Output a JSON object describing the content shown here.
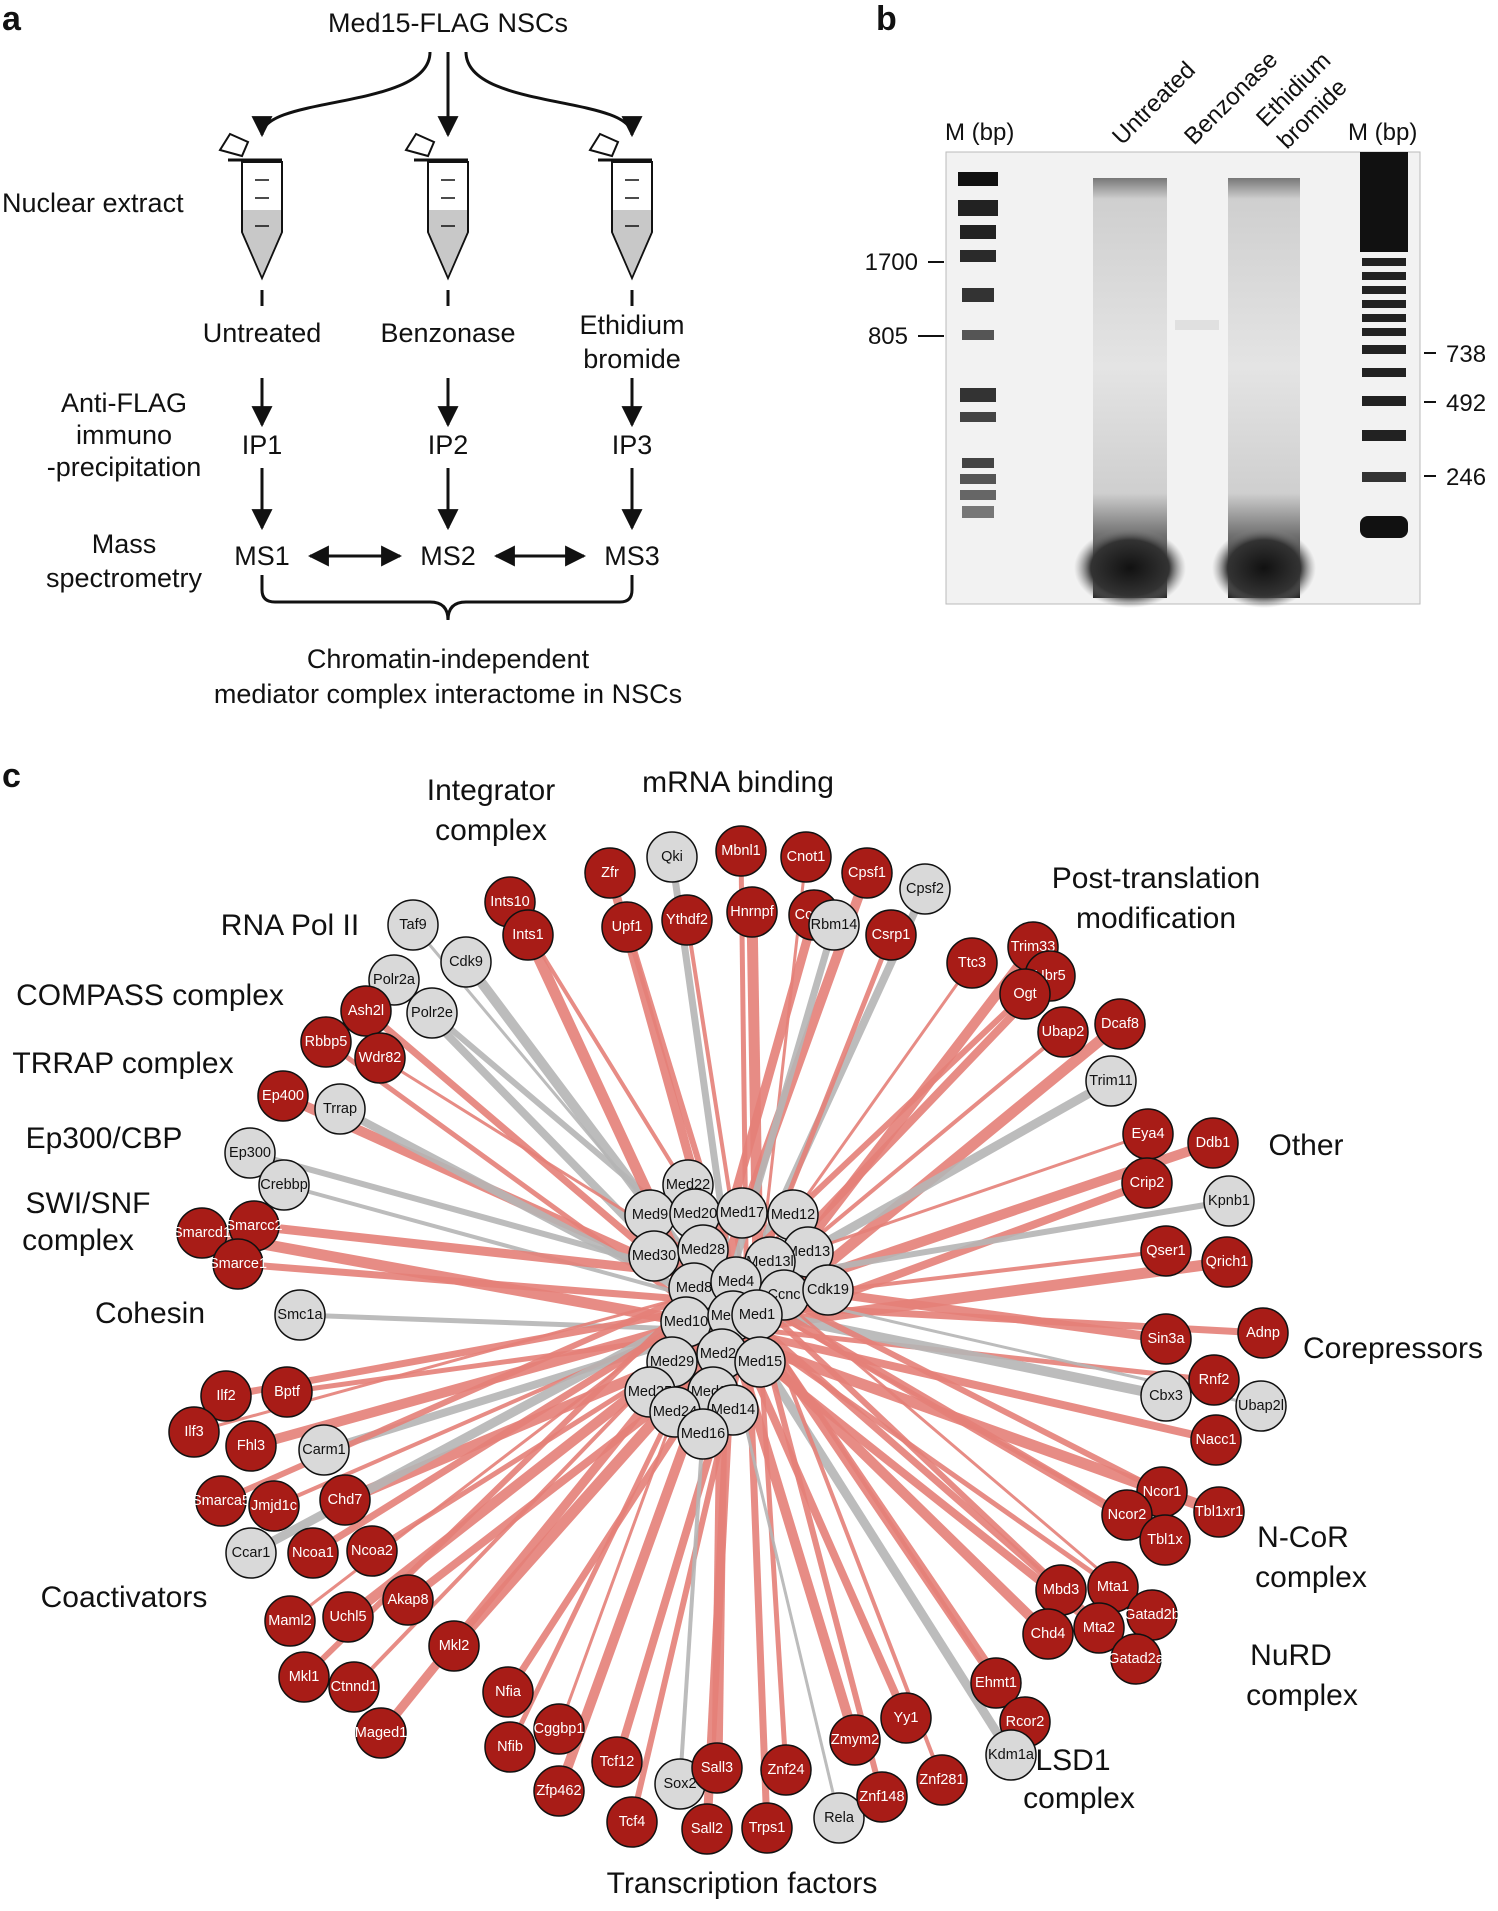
{
  "panels": [
    "a",
    "b",
    "c"
  ],
  "panel_a": {
    "top": "Med15-FLAG NSCs",
    "row_labels": {
      "nuclear_extract": "Nuclear extract",
      "anti_flag_1": "Anti-FLAG",
      "anti_flag_2": "immuno",
      "anti_flag_3": "-precipitation",
      "mass_1": "Mass",
      "mass_2": "spectrometry"
    },
    "conditions": [
      "Untreated",
      "Benzonase",
      "Ethidium",
      "bromide"
    ],
    "ips": [
      "IP1",
      "IP2",
      "IP3"
    ],
    "ms": [
      "MS1",
      "MS2",
      "MS3"
    ],
    "bottom_1": "Chromatin-independent",
    "bottom_2": "mediator complex interactome in NSCs"
  },
  "panel_b": {
    "lane_labels": [
      "M (bp)",
      "Untreated",
      "Benzonase",
      "Ethidium",
      "bromide",
      "M (bp)"
    ],
    "left_sizes": [
      "1700",
      "805"
    ],
    "right_sizes": [
      "738",
      "492",
      "246"
    ]
  },
  "panel_c": {
    "groups": [
      "Integrator",
      "complex",
      "mRNA binding",
      "Post-translation",
      "modification",
      "RNA Pol II",
      "COMPASS complex",
      "TRRAP complex",
      "Ep300/CBP",
      "SWI/SNF",
      "complex",
      "Cohesin",
      "Other",
      "Corepressors",
      "N-CoR",
      "complex",
      "NuRD",
      "complex",
      "LSD1",
      "complex",
      "Coactivators",
      "Transcription factors"
    ],
    "center_nodes": [
      "Med22",
      "Med9",
      "Med20",
      "Med17",
      "Med12",
      "Med30",
      "Med28",
      "Med13",
      "Med13l",
      "Med8",
      "Med4",
      "Ccnc",
      "Cdk19",
      "Med10",
      "Med26",
      "Med1",
      "Med29",
      "Med23",
      "Med15",
      "Med25",
      "Med27",
      "Med24",
      "Med14",
      "Med16"
    ],
    "peripheral_nodes": [
      {
        "name": "Taf9",
        "red": false
      },
      {
        "name": "Cdk9",
        "red": false
      },
      {
        "name": "Polr2a",
        "red": false
      },
      {
        "name": "Polr2e",
        "red": false
      },
      {
        "name": "Ints10",
        "red": true
      },
      {
        "name": "Ints1",
        "red": true
      },
      {
        "name": "Zfr",
        "red": true
      },
      {
        "name": "Qki",
        "red": false
      },
      {
        "name": "Mbnl1",
        "red": true
      },
      {
        "name": "Cnot1",
        "red": true
      },
      {
        "name": "Cpsf1",
        "red": true
      },
      {
        "name": "Cpsf2",
        "red": false
      },
      {
        "name": "Upf1",
        "red": true
      },
      {
        "name": "Ythdf2",
        "red": true
      },
      {
        "name": "Hnrnpf",
        "red": true
      },
      {
        "name": "Ccar2",
        "red": true
      },
      {
        "name": "Rbm14",
        "red": false
      },
      {
        "name": "Csrp1",
        "red": true
      },
      {
        "name": "Ttc3",
        "red": true
      },
      {
        "name": "Trim33",
        "red": true
      },
      {
        "name": "Ubr5",
        "red": true
      },
      {
        "name": "Ogt",
        "red": true
      },
      {
        "name": "Ubap2",
        "red": true
      },
      {
        "name": "Dcaf8",
        "red": true
      },
      {
        "name": "Trim11",
        "red": false
      },
      {
        "name": "Ash2l",
        "red": true
      },
      {
        "name": "Rbbp5",
        "red": true
      },
      {
        "name": "Wdr82",
        "red": true
      },
      {
        "name": "Ep400",
        "red": true
      },
      {
        "name": "Trrap",
        "red": false
      },
      {
        "name": "Ep300",
        "red": false
      },
      {
        "name": "Crebbp",
        "red": false
      },
      {
        "name": "Smarcd1",
        "red": true
      },
      {
        "name": "Smarcc2",
        "red": true
      },
      {
        "name": "Smarce1",
        "red": true
      },
      {
        "name": "Smc1a",
        "red": false
      },
      {
        "name": "Eya4",
        "red": true
      },
      {
        "name": "Ddb1",
        "red": true
      },
      {
        "name": "Crip2",
        "red": true
      },
      {
        "name": "Kpnb1",
        "red": false
      },
      {
        "name": "Qser1",
        "red": true
      },
      {
        "name": "Qrich1",
        "red": true
      },
      {
        "name": "Sin3a",
        "red": true
      },
      {
        "name": "Adnp",
        "red": true
      },
      {
        "name": "Rnf2",
        "red": true
      },
      {
        "name": "Ubap2l",
        "red": false
      },
      {
        "name": "Cbx3",
        "red": false
      },
      {
        "name": "Nacc1",
        "red": true
      },
      {
        "name": "Ncor1",
        "red": true
      },
      {
        "name": "Ncor2",
        "red": true
      },
      {
        "name": "Tbl1xr1",
        "red": true
      },
      {
        "name": "Tbl1x",
        "red": true
      },
      {
        "name": "Mbd3",
        "red": true
      },
      {
        "name": "Mta1",
        "red": true
      },
      {
        "name": "Gatad2b",
        "red": true
      },
      {
        "name": "Chd4",
        "red": true
      },
      {
        "name": "Mta2",
        "red": true
      },
      {
        "name": "Gatad2a",
        "red": true
      },
      {
        "name": "Ehmt1",
        "red": true
      },
      {
        "name": "Rcor2",
        "red": true
      },
      {
        "name": "Kdm1a",
        "red": false
      },
      {
        "name": "Ilf2",
        "red": true
      },
      {
        "name": "Bptf",
        "red": true
      },
      {
        "name": "Ilf3",
        "red": true
      },
      {
        "name": "Fhl3",
        "red": true
      },
      {
        "name": "Carm1",
        "red": false
      },
      {
        "name": "Smarca5",
        "red": true
      },
      {
        "name": "Jmjd1c",
        "red": true
      },
      {
        "name": "Chd7",
        "red": true
      },
      {
        "name": "Ccar1",
        "red": false
      },
      {
        "name": "Ncoa1",
        "red": true
      },
      {
        "name": "Ncoa2",
        "red": true
      },
      {
        "name": "Maml2",
        "red": true
      },
      {
        "name": "Uchl5",
        "red": true
      },
      {
        "name": "Akap8",
        "red": true
      },
      {
        "name": "Mkl1",
        "red": true
      },
      {
        "name": "Ctnnd1",
        "red": true
      },
      {
        "name": "Mkl2",
        "red": true
      },
      {
        "name": "Maged1",
        "red": true
      },
      {
        "name": "Nfia",
        "red": true
      },
      {
        "name": "Nfib",
        "red": true
      },
      {
        "name": "Cggbp1",
        "red": true
      },
      {
        "name": "Zfp462",
        "red": true
      },
      {
        "name": "Tcf12",
        "red": true
      },
      {
        "name": "Tcf4",
        "red": true
      },
      {
        "name": "Sox2",
        "red": false
      },
      {
        "name": "Sall3",
        "red": true
      },
      {
        "name": "Sall2",
        "red": true
      },
      {
        "name": "Trps1",
        "red": true
      },
      {
        "name": "Znf24",
        "red": true
      },
      {
        "name": "Rela",
        "red": false
      },
      {
        "name": "Zmym2",
        "red": true
      },
      {
        "name": "Yy1",
        "red": true
      },
      {
        "name": "Znf148",
        "red": true
      },
      {
        "name": "Znf281",
        "red": true
      }
    ],
    "colors": {
      "red_node": "#a81c17",
      "gray_node": "#d9d9d9",
      "red_edge": "#e47f78",
      "gray_edge": "#b5b5b5"
    }
  }
}
